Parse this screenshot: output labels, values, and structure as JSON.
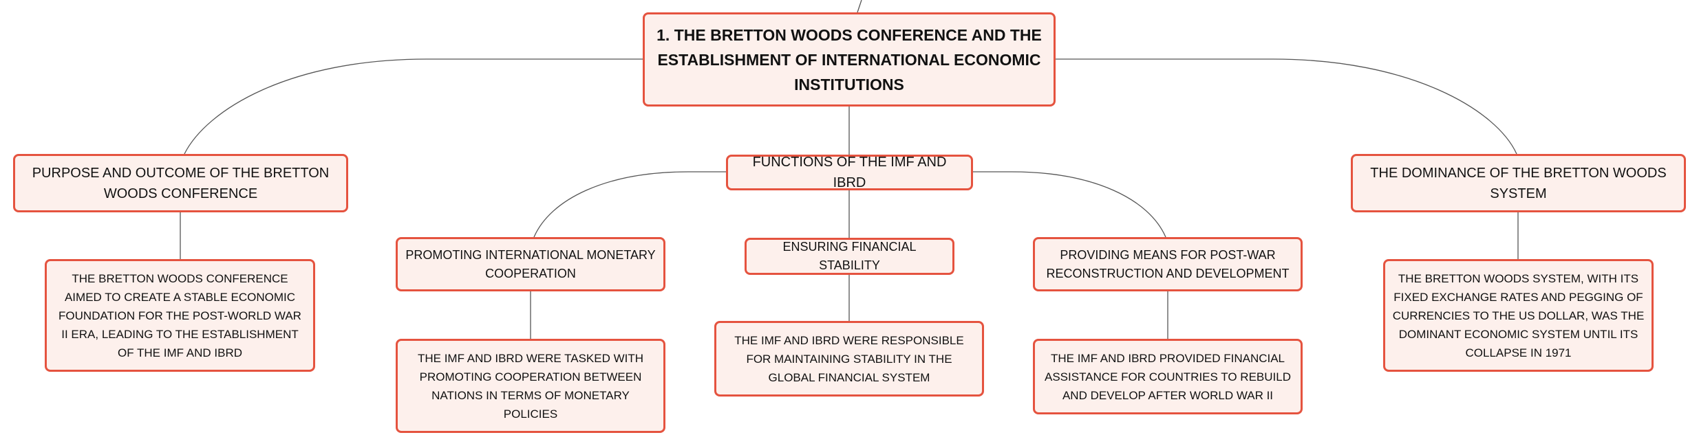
{
  "colors": {
    "node_border": "#e5533f",
    "node_fill": "#fdf0ec",
    "connector": "#555555"
  },
  "root": {
    "label": "1. THE BRETTON WOODS CONFERENCE AND THE ESTABLISHMENT OF INTERNATIONAL ECONOMIC INSTITUTIONS"
  },
  "branches": {
    "purpose": {
      "label": "PURPOSE AND OUTCOME OF THE BRETTON WOODS CONFERENCE",
      "detail": "THE BRETTON WOODS CONFERENCE AIMED TO CREATE A STABLE ECONOMIC FOUNDATION FOR THE POST-WORLD WAR II ERA, LEADING TO THE ESTABLISHMENT OF THE IMF AND IBRD"
    },
    "functions": {
      "label": "FUNCTIONS OF THE IMF AND IBRD",
      "children": {
        "monetary": {
          "label": "PROMOTING INTERNATIONAL MONETARY COOPERATION",
          "detail": "THE IMF AND IBRD WERE TASKED WITH PROMOTING COOPERATION BETWEEN NATIONS IN TERMS OF MONETARY POLICIES"
        },
        "stability": {
          "label": "ENSURING FINANCIAL STABILITY",
          "detail": "THE IMF AND IBRD WERE RESPONSIBLE FOR MAINTAINING STABILITY IN THE GLOBAL FINANCIAL SYSTEM"
        },
        "reconstruction": {
          "label": "PROVIDING MEANS FOR POST-WAR RECONSTRUCTION AND DEVELOPMENT",
          "detail": "THE IMF AND IBRD PROVIDED FINANCIAL ASSISTANCE FOR COUNTRIES TO REBUILD AND DEVELOP AFTER WORLD WAR II"
        }
      }
    },
    "dominance": {
      "label": "THE DOMINANCE OF THE BRETTON WOODS SYSTEM",
      "detail": "THE BRETTON WOODS SYSTEM, WITH ITS FIXED EXCHANGE RATES AND PEGGING OF CURRENCIES TO THE US DOLLAR, WAS THE DOMINANT ECONOMIC SYSTEM UNTIL ITS COLLAPSE IN 1971"
    }
  }
}
